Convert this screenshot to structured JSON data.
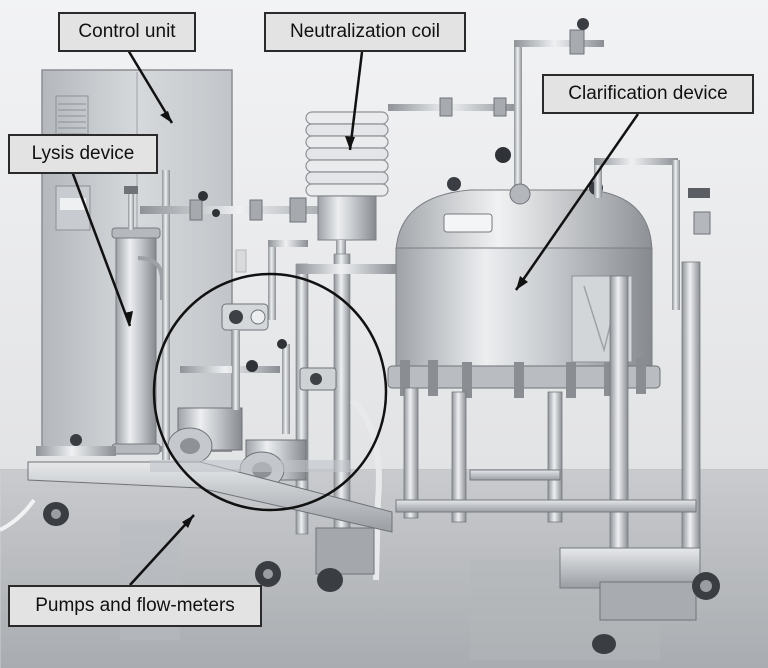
{
  "figure": {
    "labels": {
      "control_unit": "Control unit",
      "neutralization_coil": "Neutralization coil",
      "lysis_device": "Lysis device",
      "clarification_device": "Clarification device",
      "pumps_and_flow_meters": "Pumps and flow-meters"
    }
  },
  "colors": {
    "steel_light": "#e4e6e9",
    "steel_mid": "#b9bdc2",
    "steel_dark": "#7d8186",
    "floor": "#bcbfc2",
    "wall": "#eeeff0",
    "label_fill": "#e3e3e3",
    "outline": "#1a1a1a"
  }
}
